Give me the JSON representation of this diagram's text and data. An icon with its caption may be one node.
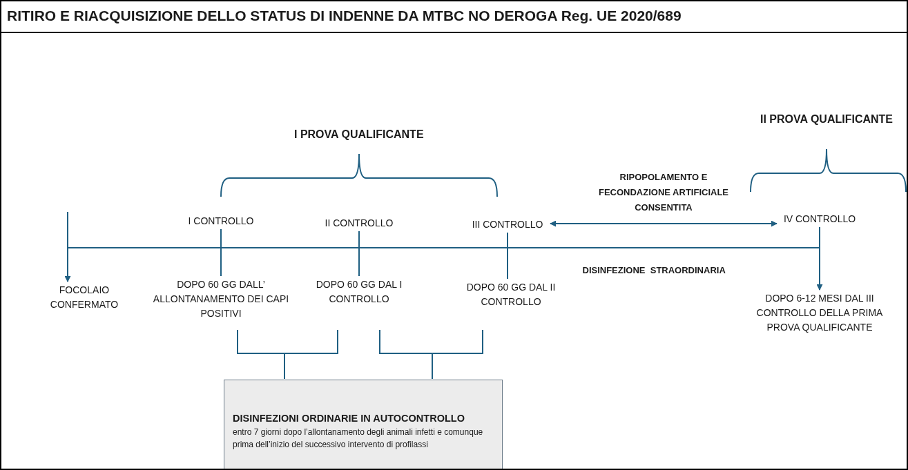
{
  "diagram": {
    "title": "RITIRO E RIACQUISIZIONE DELLO STATUS DI INDENNE DA MTBC NO DEROGA Reg. UE 2020/689",
    "nodes": [
      {
        "text": [
          "FOCOLAIO CONFERMATO"
        ]
      },
      {
        "text": [
          "I CONTROLLO"
        ]
      },
      {
        "text": [
          "DOPO 60 GG DALL’ ALLONTANAMENTO DEI CAPI POSITIVI"
        ]
      },
      {
        "text": [
          "II CONTROLLO"
        ]
      },
      {
        "text": [
          "DOPO 60 GG DAL I CONTROLLO"
        ]
      },
      {
        "text": [
          "III CONTROLLO"
        ]
      },
      {
        "text": [
          "DOPO 60 GG DAL II CONTROLLO"
        ]
      },
      {
        "text": [
          "IV CONTROLLO"
        ]
      },
      {
        "text": [
          "DOPO 6-12 MESI DAL III CONTROLLO DELLA PRIMA PROVA QUALIFICANTE"
        ]
      },
      {
        "text": [
          "DISINFEZIONI ORDINARIE IN AUTOCONTROLLO",
          "entro 7 giorni dopo l’allontanamento degli animali infetti e comunque prima dell’inizio del successivo intervento di profilassi"
        ]
      }
    ],
    "edges": [
      {
        "from": null,
        "to": 0,
        "arrow": "to"
      },
      {
        "from": 1,
        "to": 2,
        "arrow": "none"
      },
      {
        "from": 3,
        "to": 4,
        "arrow": "none"
      },
      {
        "from": 5,
        "to": 6,
        "arrow": "none"
      },
      {
        "from": 5,
        "to": 7,
        "arrow": "both",
        "label": "RIPOPOLAMENTO E FECONDAZIONE ARTIFICIALE CONSENTITA"
      },
      {
        "from": 7,
        "to": 8,
        "arrow": "to"
      }
    ],
    "labels": [
      "I PROVA QUALIFICANTE",
      "II PROVA QUALIFICANTE",
      "DISINFEZIONE  STRAORDINARIA"
    ]
  }
}
